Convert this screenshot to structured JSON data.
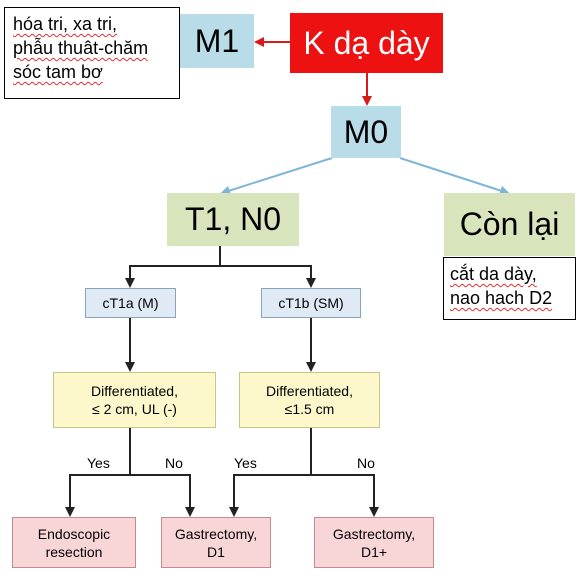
{
  "nodes": {
    "stomach_cancer": "K dạ dày",
    "m1": "M1",
    "m0": "M0",
    "t1n0": "T1, N0",
    "remaining": "Còn lại",
    "ct1a": "cT1a (M)",
    "ct1b": "cT1b (SM)",
    "diff_a": "Differentiated,\n≤ 2 cm, UL (-)",
    "diff_b": "Differentiated,\n≤1.5 cm",
    "endoscopic": "Endoscopic\nresection",
    "gastrectomy_d1": "Gastrectomy,\nD1",
    "gastrectomy_d1plus": "Gastrectomy,\nD1+"
  },
  "notes": {
    "m1_treatment": [
      "hóa tri, xa tri,",
      "phẫu thuât-chăm",
      "sóc tam bơ"
    ],
    "remaining_treatment": [
      "cắt da dày,",
      "nao hach D2"
    ]
  },
  "edge_labels": {
    "yes_a": "Yes",
    "no_a": "No",
    "yes_b": "Yes",
    "no_b": "No"
  },
  "colors": {
    "red_box": "#ee1111",
    "light_blue": "#b8dce8",
    "light_green": "#d7e4bc",
    "pale_blue": "#dfeaf5",
    "pale_yellow": "#fcf8cc",
    "pale_pink": "#f8d6d8"
  }
}
